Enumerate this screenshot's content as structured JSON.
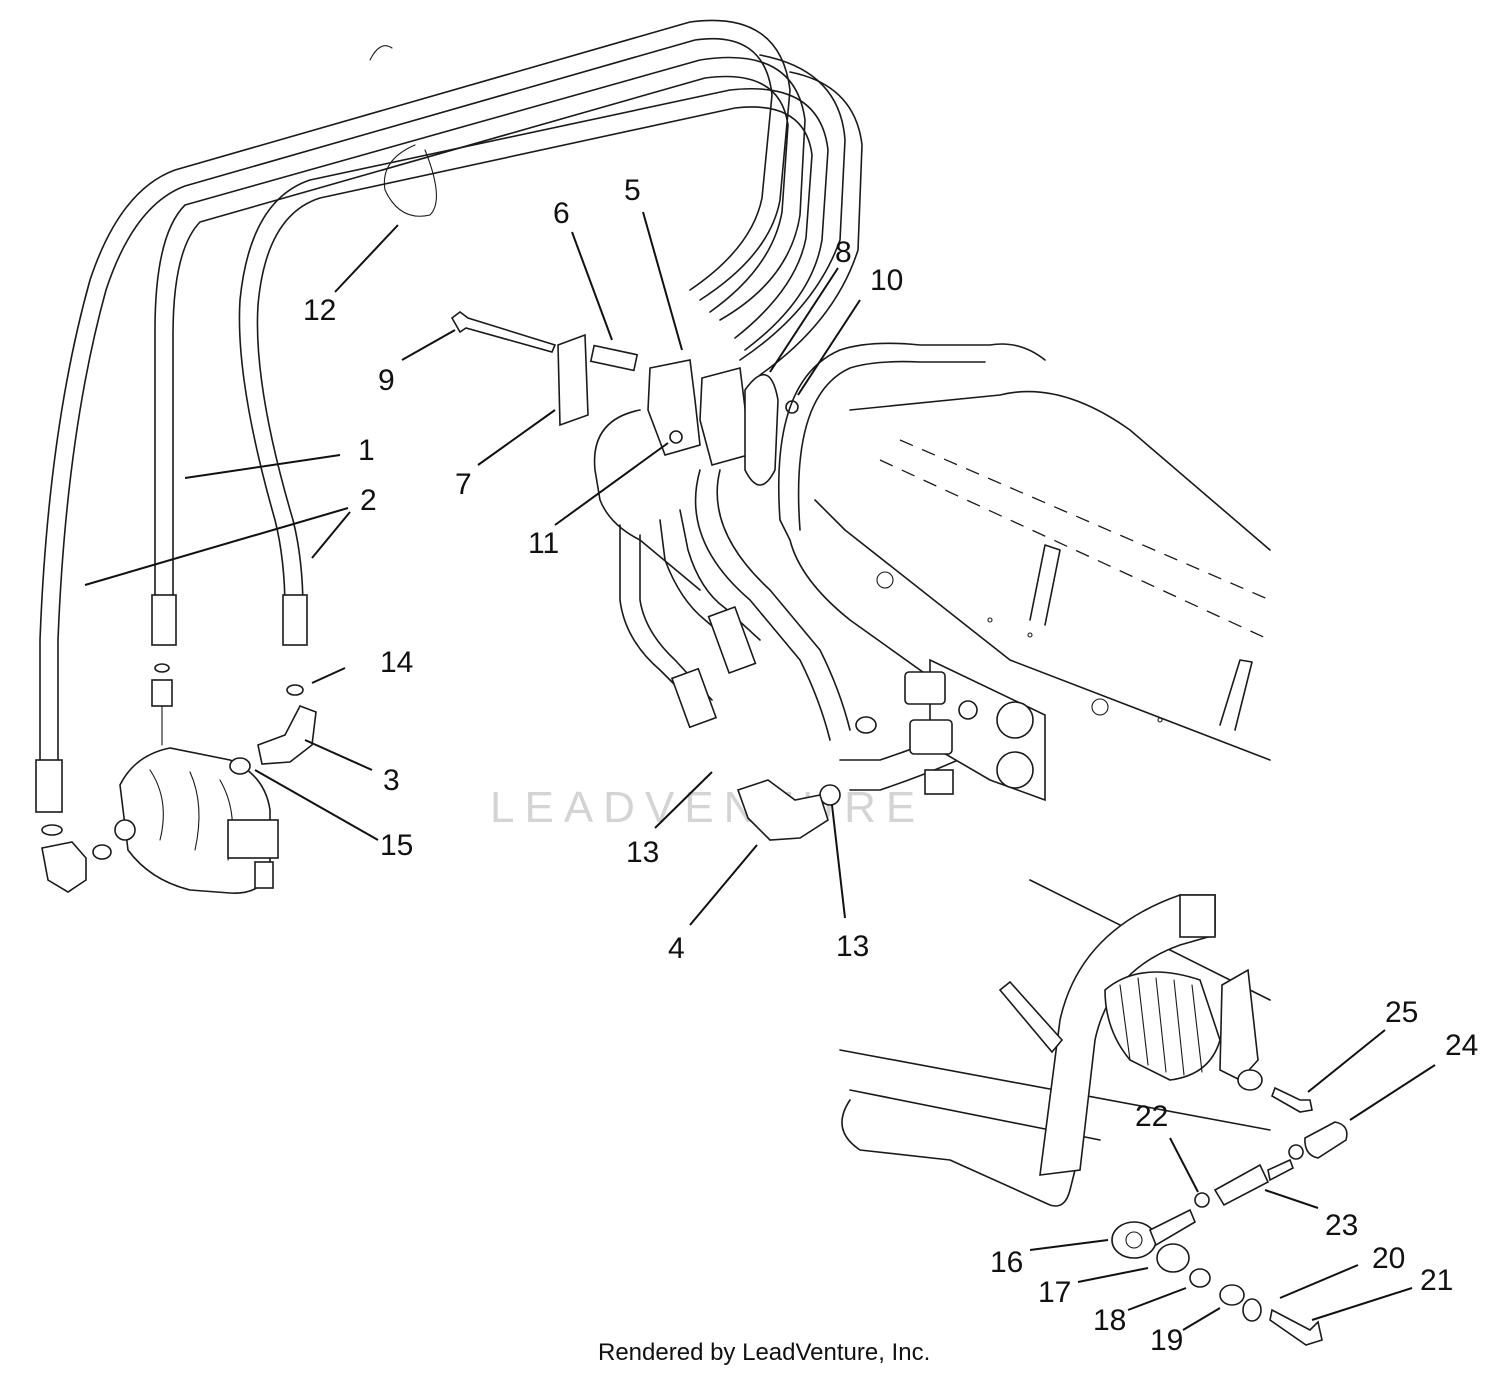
{
  "watermark": "LEADVENTURE",
  "credit": "Rendered by LeadVenture, Inc.",
  "callouts": [
    "1",
    "2",
    "3",
    "4",
    "5",
    "6",
    "7",
    "8",
    "9",
    "10",
    "11",
    "12",
    "13",
    "13",
    "14",
    "15",
    "16",
    "17",
    "18",
    "19",
    "20",
    "21",
    "22",
    "23",
    "24",
    "25"
  ]
}
